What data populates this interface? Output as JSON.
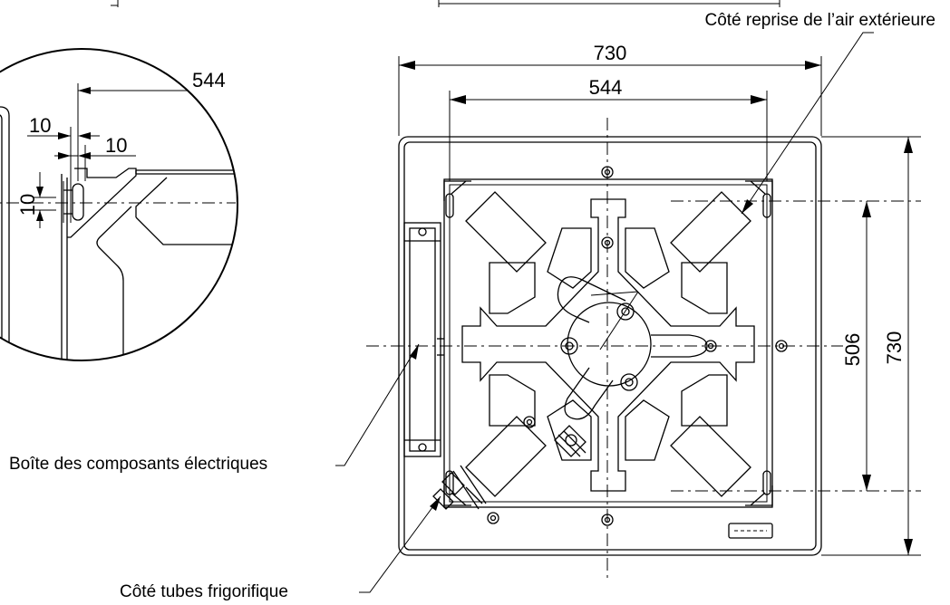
{
  "labels": {
    "air_intake": "Côté reprise de l’air extérieure",
    "electrical_box": "Boîte des composants électriques",
    "refrigerant_pipes": "Côté tubes frigorifique"
  },
  "dimensions": {
    "width_outer": "730",
    "width_inner": "544",
    "height_outer": "730",
    "height_inner": "506",
    "detail_width": "544",
    "detail_slot_a": "10",
    "detail_slot_b": "10",
    "detail_slot_c": "10"
  }
}
